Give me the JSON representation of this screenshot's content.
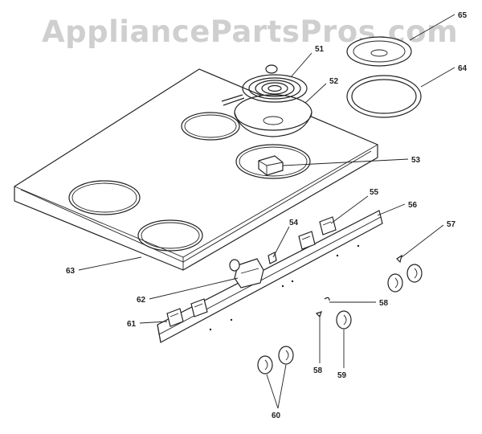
{
  "watermark": "AppliancePartsPros.com",
  "callouts": {
    "c51": "51",
    "c52": "52",
    "c53": "53",
    "c54": "54",
    "c55": "55",
    "c56": "56",
    "c57": "57",
    "c58a": "58",
    "c58b": "58",
    "c59": "59",
    "c60": "60",
    "c61": "61",
    "c62": "62",
    "c63": "63",
    "c64": "64",
    "c65": "65"
  }
}
